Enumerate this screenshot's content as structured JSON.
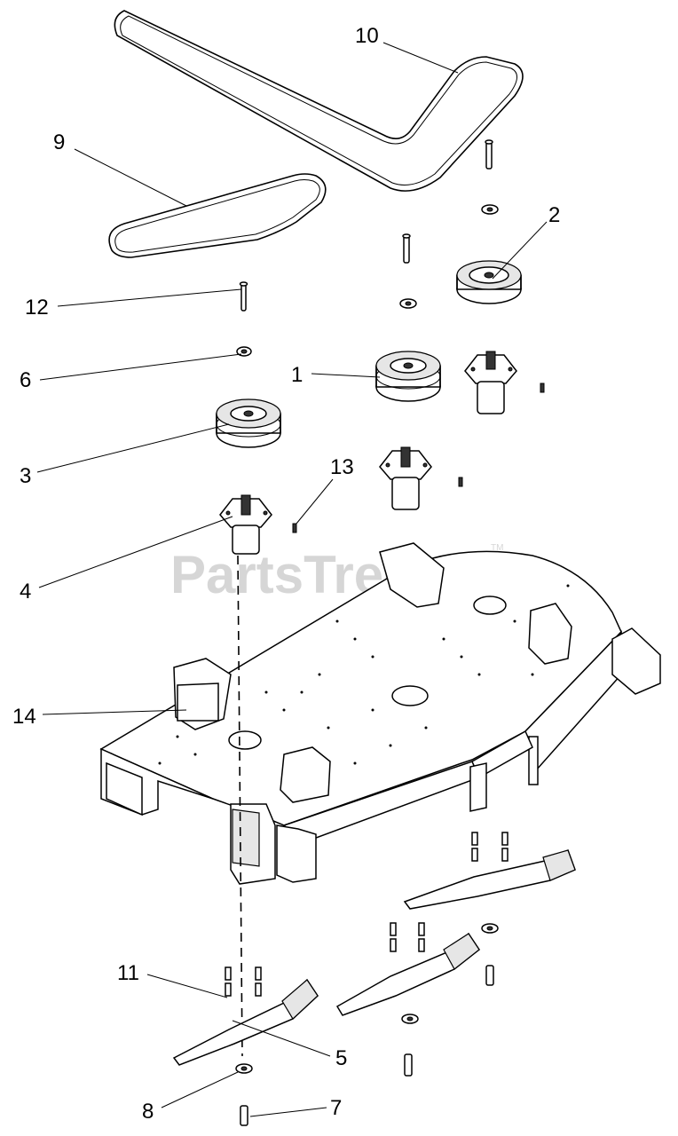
{
  "watermark": {
    "text": "PartsTree",
    "trademark": "TM"
  },
  "callouts": [
    {
      "id": "c1",
      "label": "1"
    },
    {
      "id": "c2",
      "label": "2"
    },
    {
      "id": "c3",
      "label": "3"
    },
    {
      "id": "c4",
      "label": "4"
    },
    {
      "id": "c5",
      "label": "5"
    },
    {
      "id": "c6",
      "label": "6"
    },
    {
      "id": "c7",
      "label": "7"
    },
    {
      "id": "c8",
      "label": "8"
    },
    {
      "id": "c9",
      "label": "9"
    },
    {
      "id": "c10",
      "label": "10"
    },
    {
      "id": "c11",
      "label": "11"
    },
    {
      "id": "c12",
      "label": "12"
    },
    {
      "id": "c13",
      "label": "13"
    },
    {
      "id": "c14",
      "label": "14"
    }
  ]
}
